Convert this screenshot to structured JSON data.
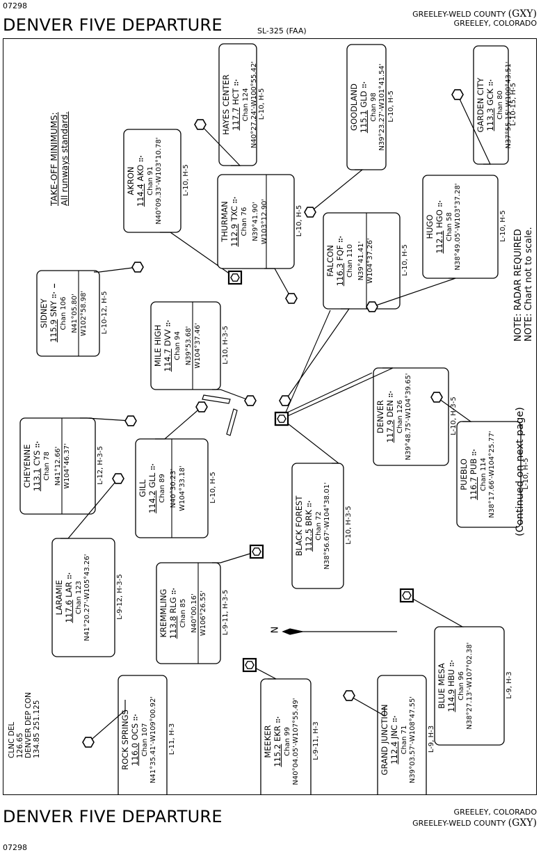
{
  "header": {
    "top_id": "07298",
    "title": "DENVER FIVE DEPARTURE",
    "code": "SL-325 (FAA)",
    "airport_line": "GREELEY-WELD COUNTY",
    "airport_id": "(GXY)",
    "city": "GREELEY, COLORADO"
  },
  "footer": {
    "title": "DENVER FIVE DEPARTURE",
    "city": "GREELEY, COLORADO",
    "airport_line": "GREELEY-WELD COUNTY",
    "airport_id": "(GXY)",
    "bottom_id": "07298"
  },
  "takeoff": {
    "title": "TAKE-OFF MINIMUMS:",
    "text": "All runways standard."
  },
  "notes": {
    "radar": "NOTE:  RADAR REQUIRED",
    "scale": "NOTE:  Chart not to scale."
  },
  "continued": "(Continued on next page)",
  "north": "N",
  "freqs": {
    "clnc_label": "CLNC DEL",
    "clnc_freq": "126.65",
    "dep_label": "DENVER DEP CON",
    "dep_freq": "134.85  251.125"
  },
  "navaids": [
    {
      "name": "HAYES CENTER",
      "freq": "117.7",
      "ident": "HCT",
      "morse": "∷·",
      "chan": "Chan 124",
      "coord1": "N40°27.24'-W100°55.42'",
      "coord2": "",
      "charts": "L-10, H-5"
    },
    {
      "name": "GOODLAND",
      "freq": "115.1",
      "ident": "GLD",
      "morse": "∷·",
      "chan": "Chan 98",
      "coord1": "N39°23.27'-W101°41.54'",
      "coord2": "",
      "charts": "L-10, H-5"
    },
    {
      "name": "GARDEN CITY",
      "freq": "113.3",
      "ident": "GCK",
      "morse": "∷·",
      "chan": "Chan 80",
      "coord1": "N37°55.15'-W100°43.51'",
      "coord2": "",
      "charts": "L-10-15, H-5"
    },
    {
      "name": "AKRON",
      "freq": "114.4",
      "ident": "AKO",
      "morse": "∷·",
      "chan": "Chan 91",
      "coord1": "N40°09.33'-W103°10.78'",
      "coord2": "",
      "charts": "L-10, H-5"
    },
    {
      "name": "THURMAN",
      "freq": "112.9",
      "ident": "TXC",
      "morse": "∷·",
      "chan": "Chan 76",
      "coord1": "N39°41.90'",
      "coord2": "W103°12.90'",
      "charts": "L-10, H-5"
    },
    {
      "name": "FALCON",
      "freq": "116.3",
      "ident": "FQF",
      "morse": "∷·",
      "chan": "Chan 110",
      "coord1": "N39°41.41'",
      "coord2": "W104°37.26'",
      "charts": "L-10, H-5"
    },
    {
      "name": "HUGO",
      "freq": "112.1",
      "ident": "HGO",
      "morse": "∷·",
      "chan": "Chan 58",
      "coord1": "N38°49.05'-W103°37.28'",
      "coord2": "",
      "charts": "L-10, H-5"
    },
    {
      "name": "SIDNEY",
      "freq": "115.9",
      "ident": "SNY",
      "morse": "∷· –",
      "chan": "Chan 106",
      "coord1": "N41°05.80'",
      "coord2": "W102°58.98'",
      "charts": "L-10-12, H-5"
    },
    {
      "name": "MILE HIGH",
      "freq": "114.7",
      "ident": "DVV",
      "morse": "∷·",
      "chan": "Chan 94",
      "coord1": "N39°53.68'",
      "coord2": "W104°37.46'",
      "charts": "L-10, H-3-5"
    },
    {
      "name": "CHEYENNE",
      "freq": "113.1",
      "ident": "CYS",
      "morse": "∷·",
      "chan": "Chan 78",
      "coord1": "N41°12.66'",
      "coord2": "W104°46.37'",
      "charts": "L-12, H-3-5"
    },
    {
      "name": "GILL",
      "freq": "114.2",
      "ident": "GLL",
      "morse": "∷·",
      "chan": "Chan 89",
      "coord1": "N40°30.23'",
      "coord2": "W104°33.18'",
      "charts": "L-10, H-5"
    },
    {
      "name": "DENVER",
      "freq": "117.9",
      "ident": "DEN",
      "morse": "∷·",
      "chan": "Chan 126",
      "coord1": "N39°48.75'-W104°39.65'",
      "coord2": "",
      "charts": "L-10, H-3-5"
    },
    {
      "name": "PUEBLO",
      "freq": "116.7",
      "ident": "PUB",
      "morse": "∷·",
      "chan": "Chan 114",
      "coord1": "N38°17.66'-W104°25.77'",
      "coord2": "",
      "charts": "L-10, H-5"
    },
    {
      "name": "BLACK FOREST",
      "freq": "112.5",
      "ident": "BRK",
      "morse": "∷·",
      "chan": "Chan 72",
      "coord1": "N38°56.67'-W104°38.01'",
      "coord2": "",
      "charts": "L-10, H-3-5"
    },
    {
      "name": "LARAMIE",
      "freq": "117.6",
      "ident": "LAR",
      "morse": "∷·",
      "chan": "Chan 123",
      "coord1": "N41°20.27'-W105°43.26'",
      "coord2": "",
      "charts": "L-9-12, H-3-5"
    },
    {
      "name": "KREMMLING",
      "freq": "113.8",
      "ident": "RLG",
      "morse": "∷·",
      "chan": "Chan 85",
      "coord1": "N40°00.16'",
      "coord2": "W106°26.55'",
      "charts": "L-9-11, H-3-5"
    },
    {
      "name": "BLUE MESA",
      "freq": "114.9",
      "ident": "HBU",
      "morse": "∷·",
      "chan": "Chan 96",
      "coord1": "N38°27.13'-W107°02.38'",
      "coord2": "",
      "charts": "L-9, H-3"
    },
    {
      "name": "ROCK SPRINGS",
      "freq": "116.0",
      "ident": "OCS",
      "morse": "∷·",
      "chan": "Chan 107",
      "coord1": "N41°35.41'-W109°00.92'",
      "coord2": "",
      "charts": "L-11, H-3"
    },
    {
      "name": "MEEKER",
      "freq": "115.2",
      "ident": "EKR",
      "morse": "∷·",
      "chan": "Chan 99",
      "coord1": "N40°04.05'-W107°55.49'",
      "coord2": "",
      "charts": "L-9-11, H-3"
    },
    {
      "name": "GRAND JUNCTION",
      "freq": "112.4",
      "ident": "JNC",
      "morse": "∷·",
      "chan": "Chan 71",
      "coord1": "N39°03.57'-W108°47.55'",
      "coord2": "",
      "charts": "L-9, H-3"
    }
  ]
}
